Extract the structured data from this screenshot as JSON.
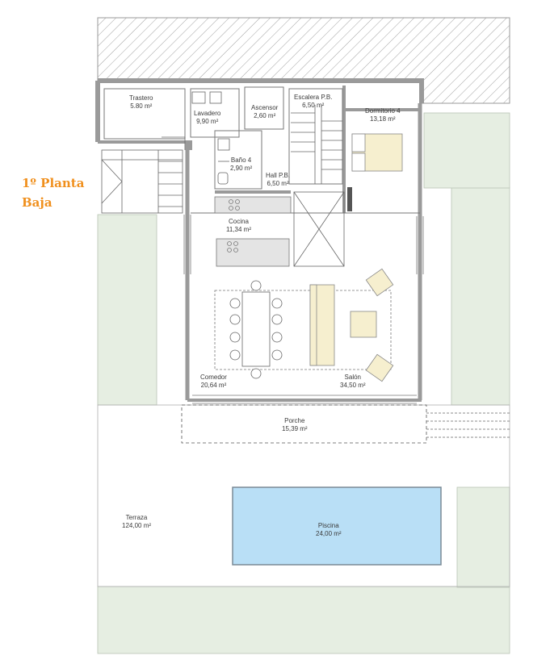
{
  "title": {
    "line1": "1º Planta",
    "line2": "Baja"
  },
  "colors": {
    "lawn": "#e6eee2",
    "wall": "#9a9a9a",
    "accent": "#f0901e",
    "pool": "#b9dff6",
    "bed": "#f6efcf"
  },
  "rooms": {
    "trastero": {
      "name": "Trastero",
      "area": "5.80 m²"
    },
    "lavadero": {
      "name": "Lavadero",
      "area": "9,90 m²"
    },
    "ascensor": {
      "name": "Ascensor",
      "area": "2,60 m²"
    },
    "escalera": {
      "name": "Escalera P.B.",
      "area": "6,50 m²"
    },
    "dormitorio": {
      "name": "Dormitorio 4",
      "area": "13,18 m²"
    },
    "bano": {
      "name": "Baño 4",
      "area": "2,90 m²"
    },
    "hall": {
      "name": "Hall P.B.",
      "area": "6,50 m²"
    },
    "cocina": {
      "name": "Cocina",
      "area": "11,34 m²"
    },
    "comedor": {
      "name": "Comedor",
      "area": "20,64 m²"
    },
    "salon": {
      "name": "Salón",
      "area": "34,50 m²"
    },
    "porche": {
      "name": "Porche",
      "area": "15,39 m²"
    },
    "terraza": {
      "name": "Terraza",
      "area": "124,00 m²"
    },
    "piscina": {
      "name": "Piscina",
      "area": "24,00 m²"
    }
  }
}
